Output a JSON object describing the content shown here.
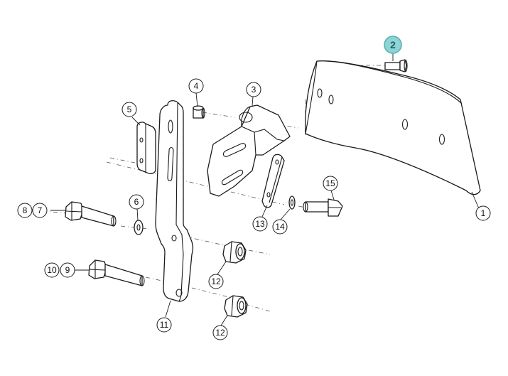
{
  "diagram": {
    "callouts": [
      {
        "id": "c1",
        "label": "1",
        "highlighted": false
      },
      {
        "id": "c2",
        "label": "2",
        "highlighted": true
      },
      {
        "id": "c3",
        "label": "3",
        "highlighted": false
      },
      {
        "id": "c4",
        "label": "4",
        "highlighted": false
      },
      {
        "id": "c5",
        "label": "5",
        "highlighted": false
      },
      {
        "id": "c6",
        "label": "6",
        "highlighted": false
      },
      {
        "id": "c7",
        "label": "7",
        "highlighted": false
      },
      {
        "id": "c8",
        "label": "8",
        "highlighted": false
      },
      {
        "id": "c9",
        "label": "9",
        "highlighted": false
      },
      {
        "id": "c10",
        "label": "10",
        "highlighted": false
      },
      {
        "id": "c11",
        "label": "11",
        "highlighted": false
      },
      {
        "id": "c12a",
        "label": "12",
        "highlighted": false
      },
      {
        "id": "c12b",
        "label": "12",
        "highlighted": false
      },
      {
        "id": "c13",
        "label": "13",
        "highlighted": false
      },
      {
        "id": "c14",
        "label": "14",
        "highlighted": false
      },
      {
        "id": "c15",
        "label": "15",
        "highlighted": false
      }
    ],
    "colors": {
      "highlight_fill": "#8ed3d6",
      "highlight_stroke": "#5cb0b4",
      "line": "#1a1a1a"
    }
  }
}
